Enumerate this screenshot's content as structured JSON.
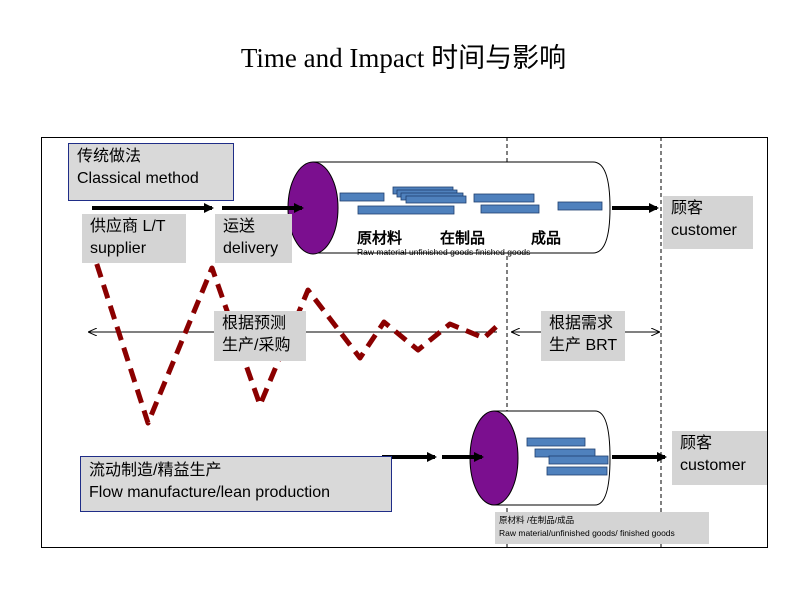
{
  "title": "Time and Impact  时间与影响",
  "classical": {
    "zh": "传统做法",
    "en": "Classical  method"
  },
  "supplier": {
    "zh": "供应商 L/T",
    "en": "supplier"
  },
  "delivery": {
    "zh": "运送",
    "en": "delivery"
  },
  "upper_stages": {
    "raw_zh": "原材料",
    "wip_zh": "在制品",
    "finished_zh": "成品",
    "caption_en": "Raw material   unfinished goods  finished goods"
  },
  "customer_top": {
    "zh": "顾客",
    "en": "customer"
  },
  "forecast": {
    "zh": "根据预测",
    "zh2": "生产/采购"
  },
  "demand": {
    "zh": "根据需求",
    "zh2": "生产 BRT"
  },
  "flow": {
    "zh": "流动制造/精益生产",
    "en": "Flow manufacture/lean production"
  },
  "customer_bottom": {
    "zh": "顾客",
    "en": "customer"
  },
  "lower_caption": {
    "line1": "原材料  /在制品/成品",
    "line2": "Raw material/unfinished  goods/ finished  goods"
  },
  "colors": {
    "disc": "#7b0f8f",
    "bar": "#4f81bd",
    "wave": "#8b0000",
    "box_fill": "#d4d4d4",
    "box_border": "#1f2d87"
  },
  "icons": [
    "arrow-right-icon",
    "double-arrow-icon",
    "wave-line-icon",
    "cylinder-icon"
  ]
}
